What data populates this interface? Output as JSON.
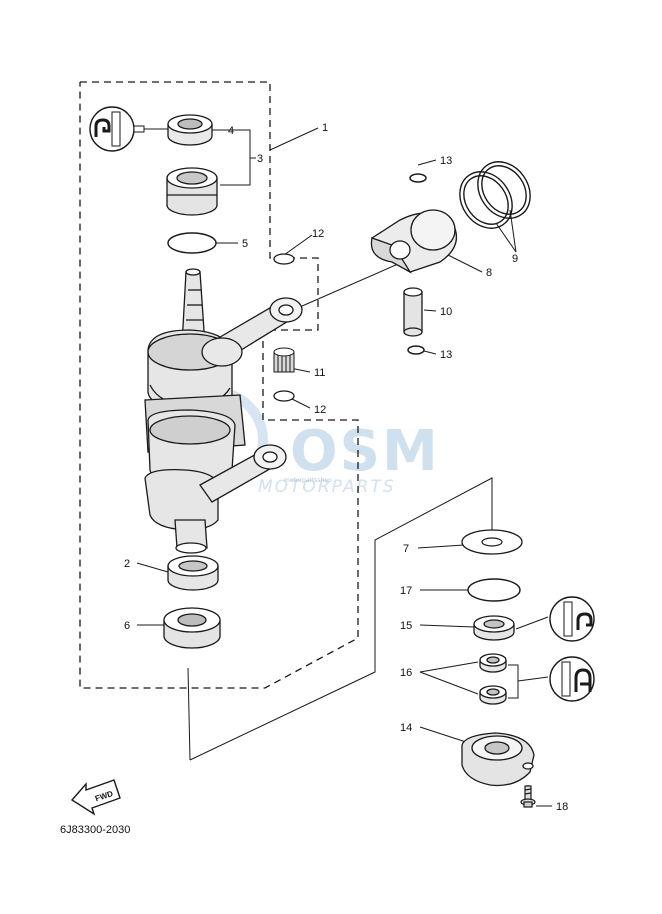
{
  "diagram_code": "6J83300-2030",
  "fwd_label": "FWD",
  "watermark": {
    "brand": "OSM",
    "subtitle": "MOTORPARTS",
    "small": "motorpartsshop"
  },
  "callouts": {
    "c1": "1",
    "c2": "2",
    "c3": "3",
    "c4": "4",
    "c5": "5",
    "c6": "6",
    "c7": "7",
    "c8": "8",
    "c9": "9",
    "c10": "10",
    "c11": "11",
    "c12a": "12",
    "c12b": "12",
    "c13a": "13",
    "c13b": "13",
    "c14": "14",
    "c15": "15",
    "c16": "16",
    "c17": "17",
    "c18": "18"
  },
  "colors": {
    "line": "#1a1a1a",
    "watermark": "#cfe0ee"
  }
}
